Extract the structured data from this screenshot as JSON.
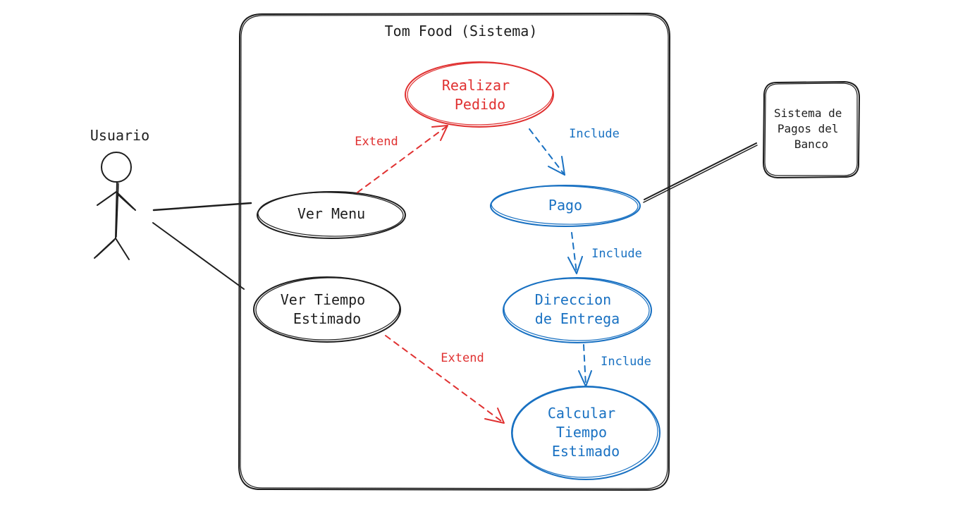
{
  "colors": {
    "ink": "#1e1e1e",
    "red": "#e03131",
    "blue": "#1971c2",
    "background": "#ffffff"
  },
  "system": {
    "title": "Tom Food (Sistema)"
  },
  "actors": {
    "user": {
      "label": "Usuario"
    },
    "bank": {
      "lines": [
        "Sistema de",
        "Pagos del",
        "Banco"
      ]
    }
  },
  "use_cases": {
    "realizar_pedido": {
      "lines": [
        "Realizar",
        "Pedido"
      ]
    },
    "ver_menu": {
      "lines": [
        "Ver Menu"
      ]
    },
    "ver_tiempo": {
      "lines": [
        "Ver Tiempo",
        "Estimado"
      ]
    },
    "pago": {
      "lines": [
        "Pago"
      ]
    },
    "direccion": {
      "lines": [
        "Direccion",
        "de Entrega"
      ]
    },
    "calcular": {
      "lines": [
        "Calcular",
        "Tiempo",
        "Estimado"
      ]
    }
  },
  "relations": {
    "extend_menu_pedido": "Extend",
    "extend_tiempo_calcular": "Extend",
    "include_pedido_pago": "Include",
    "include_pago_direccion": "Include",
    "include_direccion_calcular": "Include"
  }
}
